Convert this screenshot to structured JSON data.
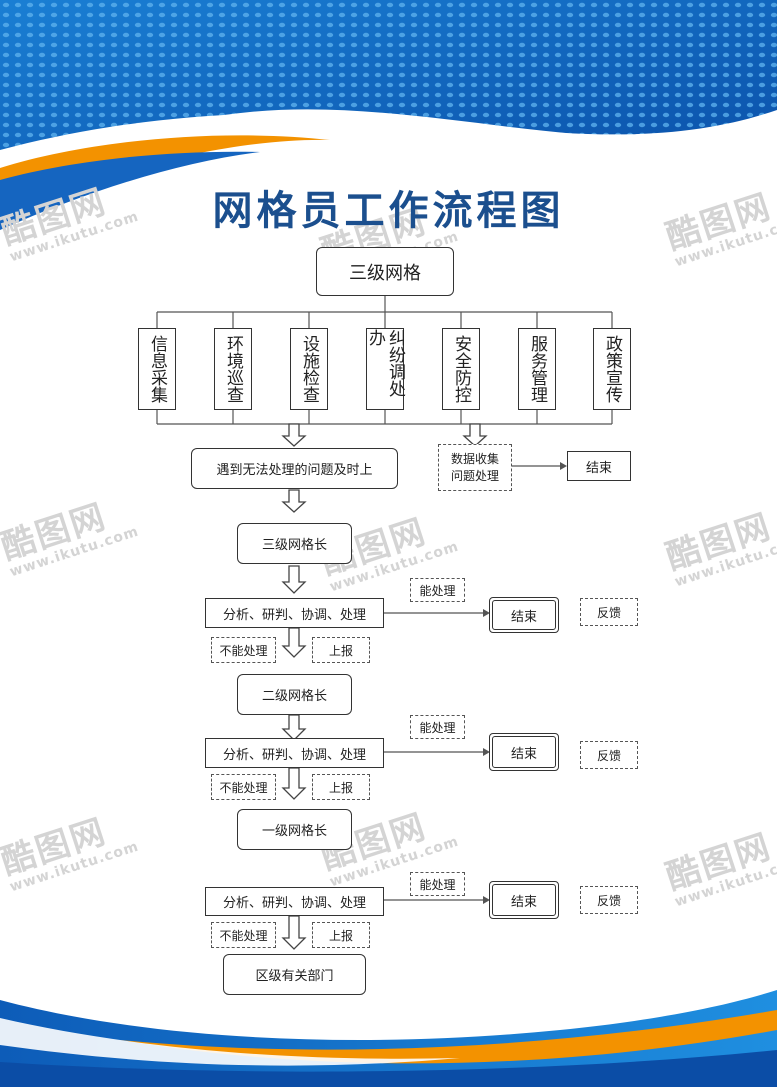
{
  "title": "网格员工作流程图",
  "top": "三级网格",
  "categories": [
    "信息采集",
    "环境巡查",
    "设施检查",
    "纠纷调处办",
    "安全防控",
    "服务管理",
    "政策宣传"
  ],
  "encounter": "遇到无法处理的问题及时上",
  "data_collect": "数据收集\n问题处理",
  "end": "结束",
  "levels": [
    {
      "head": "三级网格长",
      "analyze": "分析、研判、协调、处理",
      "can": "能处理",
      "end": "结束",
      "feedback": "反馈",
      "cannot": "不能处理",
      "report": "上报"
    },
    {
      "head": "二级网格长",
      "analyze": "分析、研判、协调、处理",
      "can": "能处理",
      "end": "结束",
      "feedback": "反馈",
      "cannot": "不能处理",
      "report": "上报"
    },
    {
      "head": "一级网格长",
      "analyze": "分析、研判、协调、处理",
      "can": "能处理",
      "end": "结束",
      "feedback": "反馈",
      "cannot": "不能处理",
      "report": "上报"
    }
  ],
  "final": "区级有关部门",
  "watermark": {
    "logo": "酷图网",
    "url": "www.ikutu.com"
  },
  "colors": {
    "title": "#1b4f8e",
    "blue": "#1565c0",
    "orange": "#f39200"
  }
}
